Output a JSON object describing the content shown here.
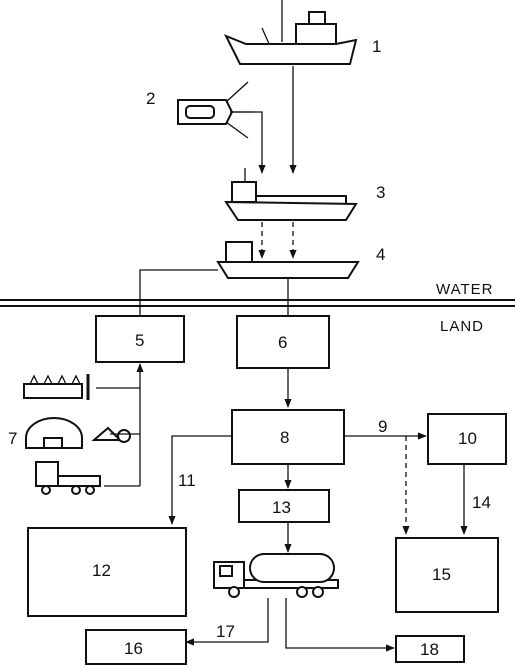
{
  "labels": {
    "water": "WATER",
    "land": "LAND"
  },
  "numbers": {
    "n1": "1",
    "n2": "2",
    "n3": "3",
    "n4": "4",
    "n5": "5",
    "n6": "6",
    "n7": "7",
    "n8": "8",
    "n9": "9",
    "n10": "10",
    "n11": "11",
    "n12": "12",
    "n13": "13",
    "n14": "14",
    "n15": "15",
    "n16": "16",
    "n17": "17",
    "n18": "18"
  }
}
